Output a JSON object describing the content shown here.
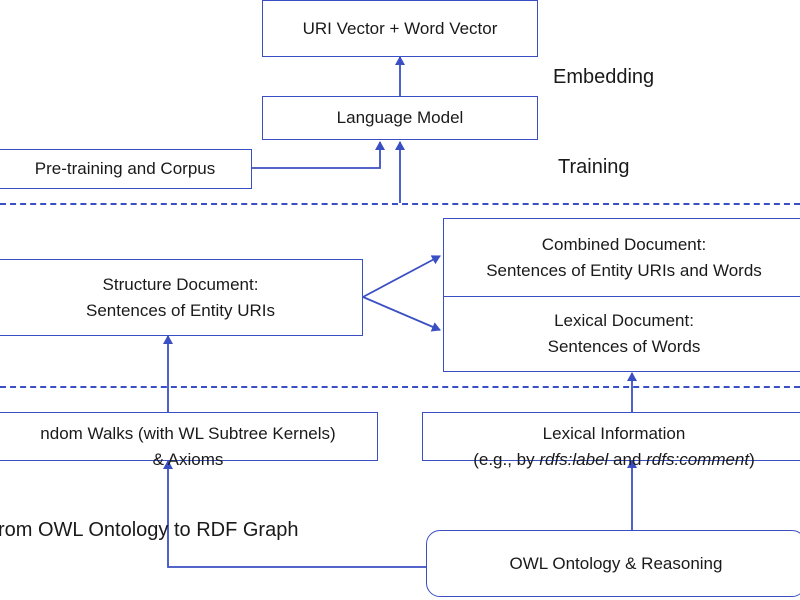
{
  "boxes": {
    "uri_word_vector": "URI Vector + Word Vector",
    "language_model": "Language Model",
    "pretraining_corpus": "Pre-training and Corpus",
    "structure_document": {
      "line1": "Structure Document:",
      "line2": "Sentences of Entity URIs"
    },
    "combined_document": {
      "line1": "Combined Document:",
      "line2": "Sentences of Entity URIs and Words"
    },
    "lexical_document": {
      "line1": "Lexical Document:",
      "line2": "Sentences of Words"
    },
    "random_walks": {
      "line1": "ndom Walks (with WL Subtree Kernels)",
      "line2": "& Axioms"
    },
    "lexical_information": {
      "line1": "Lexical Information",
      "line2_prefix": "(e.g., by ",
      "line2_term1": "rdfs:label",
      "line2_mid": " and ",
      "line2_term2": "rdfs:comment",
      "line2_suffix": ")"
    },
    "owl_ontology": "OWL Ontology & Reasoning"
  },
  "labels": {
    "embedding": "Embedding",
    "training": "Training",
    "from_owl": "rom OWL Ontology to RDF Graph"
  },
  "colors": {
    "line": "#3b4fc4",
    "text": "#1a1a1a",
    "background": "#ffffff"
  }
}
